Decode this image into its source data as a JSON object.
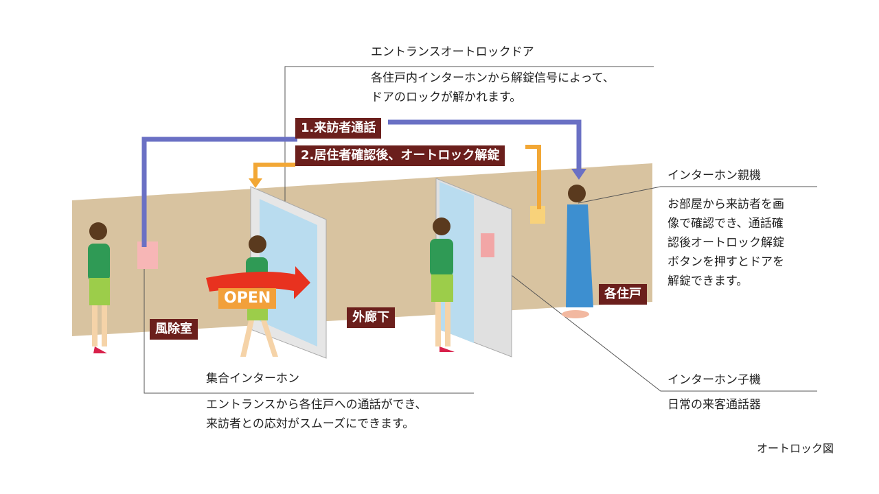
{
  "entrance_door": {
    "title": "エントランスオートロックドア",
    "desc_lines": [
      "各住戸内インターホンから解錠信号によって、",
      "ドアのロックが解かれます。"
    ]
  },
  "steps": {
    "step1": "1.来訪者通話",
    "step2": "2.居住者確認後、オートロック解錠"
  },
  "master_intercom": {
    "title": "インターホン親機",
    "desc_lines": [
      "お部屋から来訪者を画",
      "像で確認でき、通話確",
      "認後オートロック解錠",
      "ボタンを押すとドアを",
      "解錠できます。"
    ]
  },
  "collective_intercom": {
    "title": "集合インターホン",
    "desc_lines": [
      "エントランスから各住戸への通話ができ、",
      "来訪者との応対がスムーズにできます。"
    ]
  },
  "sub_intercom": {
    "title": "インターホン子機",
    "desc": "日常の来客通話器"
  },
  "area_labels": {
    "vestibule": "風除室",
    "corridor": "外廊下",
    "unit": "各住戸",
    "open": "OPEN"
  },
  "caption": "オートロック図",
  "colors": {
    "wall": "#d8c3a0",
    "tag": "#6b1f1c",
    "blue_line": "#6a70c4",
    "orange_line": "#f2a735",
    "glass": "#b9dcef"
  }
}
